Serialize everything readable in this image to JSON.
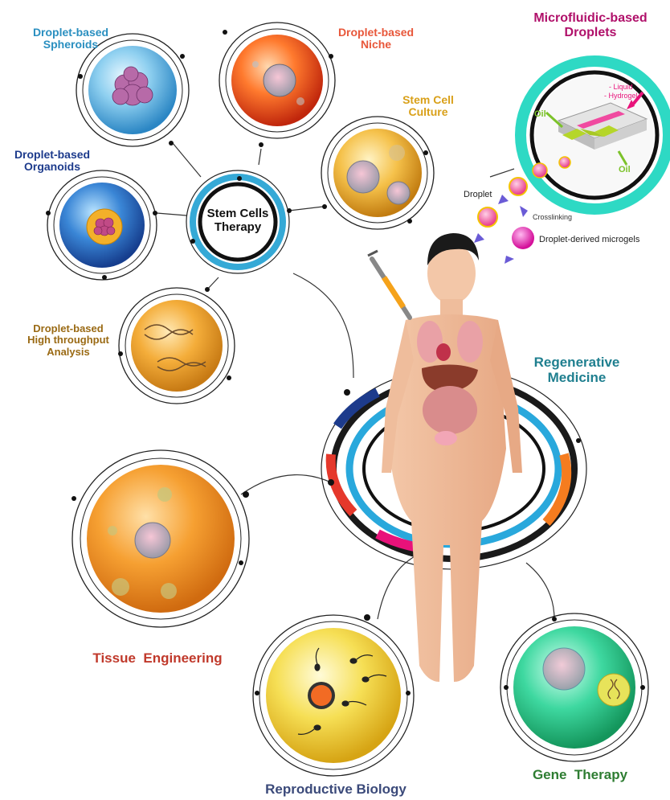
{
  "center": {
    "line1": "Stem Cells",
    "line2": "Therapy"
  },
  "labels": {
    "spheroids": {
      "line1": "Droplet-based",
      "line2": "Spheroids",
      "color": "#2a8fc0"
    },
    "niche": {
      "line1": "Droplet-based",
      "line2": "Niche",
      "color": "#e8573a"
    },
    "culture": {
      "line1": "Stem Cell",
      "line2": "Culture",
      "color": "#d9a019"
    },
    "organoids": {
      "line1": "Droplet-based",
      "line2": "Organoids",
      "color": "#1d3b8c"
    },
    "analysis": {
      "line1": "Droplet-based",
      "line2": "High throughput",
      "line3": "Analysis",
      "color": "#9a6a14"
    },
    "microfluidic": {
      "line1": "Microfluidic-based",
      "line2": "Droplets",
      "color": "#b0106a"
    },
    "regenerative": {
      "line1": "Regenerative",
      "line2": "Medicine",
      "color": "#1f7f8f"
    },
    "tissue": {
      "text": "Tissue  Engineering",
      "color": "#c0392b"
    },
    "reproductive": {
      "text": "Reproductive Biology",
      "color": "#3b4a7a"
    },
    "gene": {
      "text": "Gene  Therapy",
      "color": "#2e7d32"
    }
  },
  "microfluidic_chip": {
    "liquid": "- Liquid",
    "hydrogel": "- Hydrogel",
    "oil_left": "Oil",
    "oil_right": "Oil"
  },
  "droplet_flow": {
    "droplet": "Droplet",
    "crosslinking": "Crosslinking",
    "microgels": "Droplet-derived microgels"
  },
  "colors": {
    "center_ring": "#35a9d6",
    "ring_black": "#1a1a1a",
    "ring_blue": "#29a8dc",
    "arc_navy": "#1d3b8c",
    "arc_red": "#e5382b",
    "arc_magenta": "#e8127a",
    "arc_orange": "#f57c1f",
    "microfluidic_ring": "#2ed9c4"
  }
}
